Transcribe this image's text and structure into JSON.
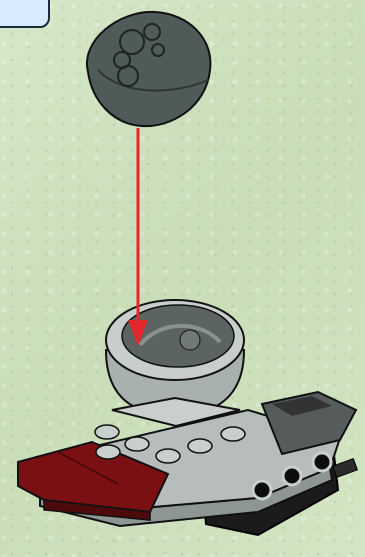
{
  "colors": {
    "background": "#cfe2c0",
    "part_dark_gray": "#4f5b58",
    "part_light_gray": "#a9b1ae",
    "part_dark_red": "#7a0f14",
    "part_black": "#1b1b1b",
    "arrow_red": "#e2282e",
    "badge_fill": "#d9ecff"
  },
  "illustration": {
    "parts": [
      {
        "name": "dark-gray-dome",
        "icon": "dome-icon"
      },
      {
        "name": "light-gray-dome",
        "icon": "dome-icon"
      },
      {
        "name": "base-assembly",
        "icon": "brick-icon"
      }
    ],
    "arrow": {
      "direction": "down",
      "icon": "arrow-down-icon"
    }
  }
}
